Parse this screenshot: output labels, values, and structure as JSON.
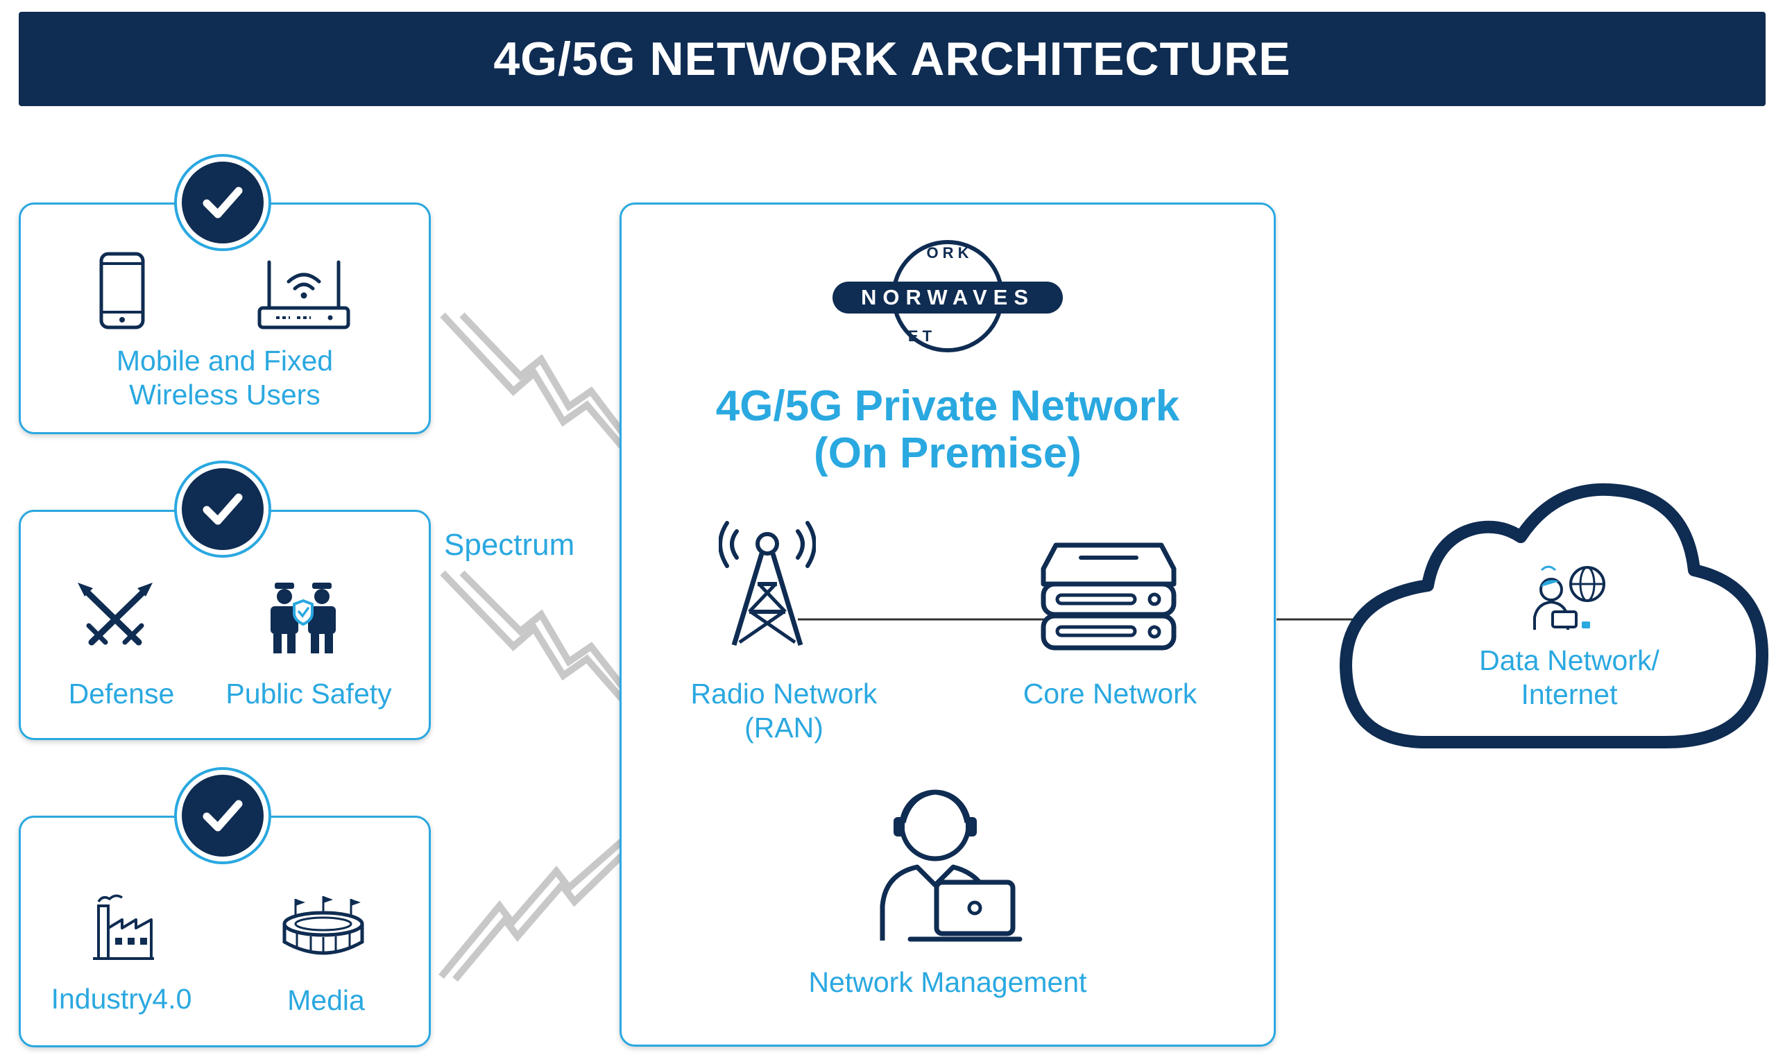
{
  "banner": {
    "title": "4G/5G NETWORK ARCHITECTURE"
  },
  "users_card": {
    "label_line1": "Mobile and Fixed",
    "label_line2": "Wireless Users"
  },
  "safety_card": {
    "defense_label": "Defense",
    "public_safety_label": "Public Safety"
  },
  "industry_card": {
    "industry_label": "Industry4.0",
    "media_label": "Media"
  },
  "spectrum": {
    "label": "Spectrum"
  },
  "private_network": {
    "logo": {
      "main": "NORWAVES",
      "arc_text": "NETWORK"
    },
    "title_line1": "4G/5G Private Network",
    "title_line2": "(On Premise)",
    "ran_label_line1": "Radio Network",
    "ran_label_line2": "(RAN)",
    "core_label": "Core Network",
    "management_label": "Network Management"
  },
  "cloud": {
    "label_line1": "Data Network/",
    "label_line2": "Internet"
  },
  "colors": {
    "navy": "#0f2c52",
    "accent": "#2aa8e0",
    "bolt": "#c8c8c8"
  }
}
